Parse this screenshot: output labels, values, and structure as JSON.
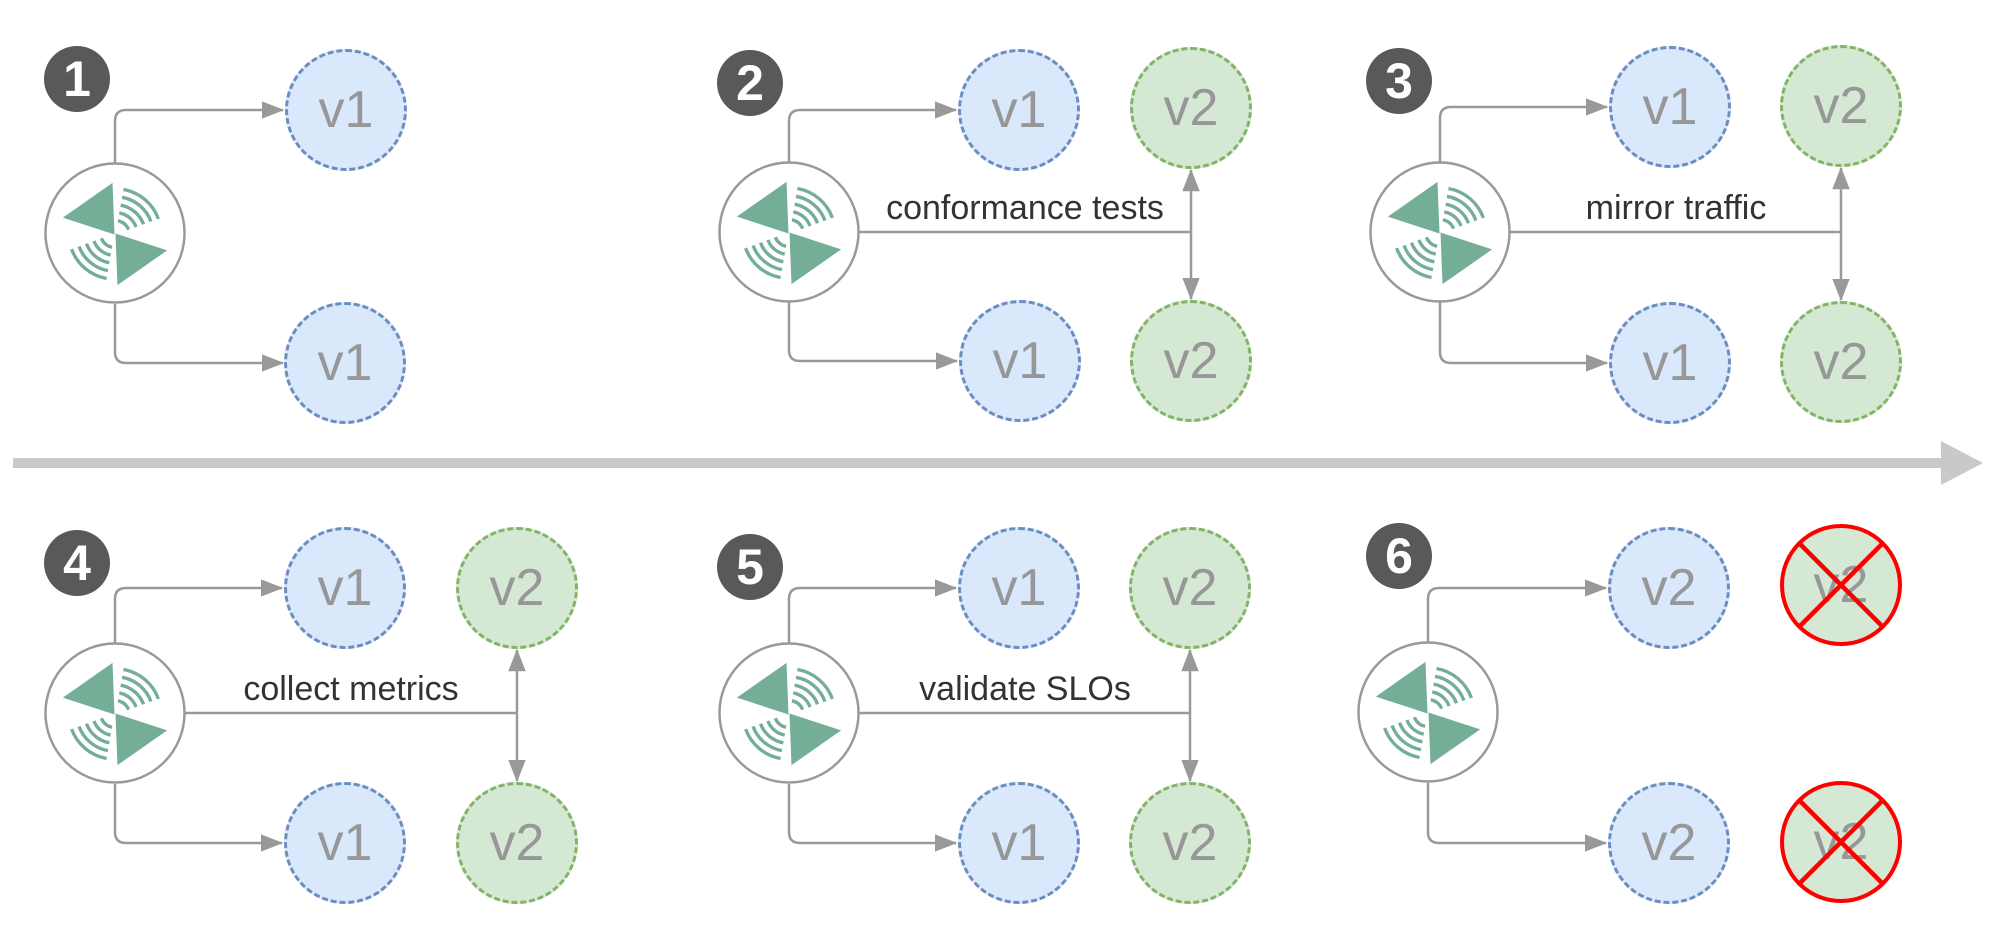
{
  "title": "progressive delivery steps diagram",
  "colors": {
    "background": "#ffffff",
    "blue_fill": "#dae8fc",
    "blue_border": "#6c8ebf",
    "green_fill": "#d5e8d4",
    "green_border": "#82b366",
    "red": "#ff0000",
    "connector_gray": "#999999",
    "badge_bg": "#595959",
    "badge_text": "#ffffff",
    "node_text": "#979797",
    "label_text": "#333333",
    "divider": "#c9c9c9",
    "logo_green": "#74ae97"
  },
  "icons": {
    "router": "flagger-traffic-router-icon",
    "timeline": "right-arrow",
    "removed": "red-cross"
  },
  "panels": [
    {
      "number": "1",
      "nodes": [
        {
          "label": "v1",
          "variant": "blue"
        },
        {
          "label": "v1",
          "variant": "blue"
        }
      ]
    },
    {
      "number": "2",
      "action_label": "conformance tests",
      "nodes": [
        {
          "label": "v1",
          "variant": "blue"
        },
        {
          "label": "v2",
          "variant": "green"
        },
        {
          "label": "v1",
          "variant": "blue"
        },
        {
          "label": "v2",
          "variant": "green"
        }
      ]
    },
    {
      "number": "3",
      "action_label": "mirror traffic",
      "nodes": [
        {
          "label": "v1",
          "variant": "blue"
        },
        {
          "label": "v2",
          "variant": "green"
        },
        {
          "label": "v1",
          "variant": "blue"
        },
        {
          "label": "v2",
          "variant": "green"
        }
      ]
    },
    {
      "number": "4",
      "action_label": "collect metrics",
      "nodes": [
        {
          "label": "v1",
          "variant": "blue"
        },
        {
          "label": "v2",
          "variant": "green"
        },
        {
          "label": "v1",
          "variant": "blue"
        },
        {
          "label": "v2",
          "variant": "green"
        }
      ]
    },
    {
      "number": "5",
      "action_label": "validate SLOs",
      "nodes": [
        {
          "label": "v1",
          "variant": "blue"
        },
        {
          "label": "v2",
          "variant": "green"
        },
        {
          "label": "v1",
          "variant": "blue"
        },
        {
          "label": "v2",
          "variant": "green"
        }
      ]
    },
    {
      "number": "6",
      "nodes": [
        {
          "label": "v2",
          "variant": "blue"
        },
        {
          "label": "v2",
          "variant": "crossed"
        },
        {
          "label": "v2",
          "variant": "blue"
        },
        {
          "label": "v2",
          "variant": "crossed"
        }
      ]
    }
  ]
}
